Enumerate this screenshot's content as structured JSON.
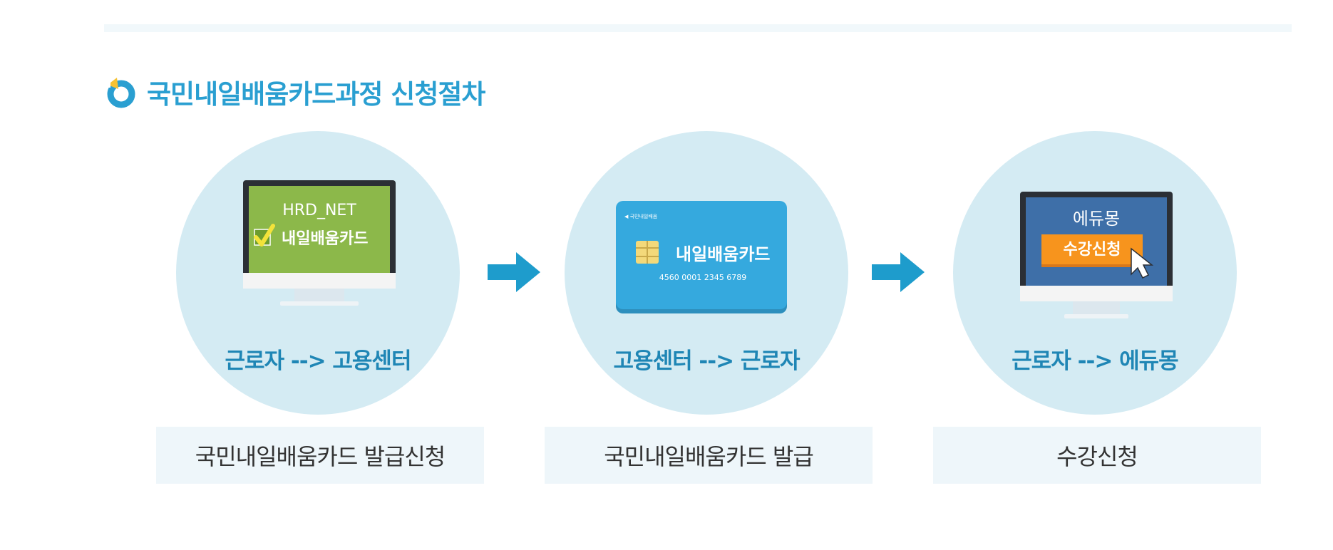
{
  "title": "국민내일배움카드과정 신청절차",
  "colors": {
    "accent": "#2a9fd1",
    "circle": "#d4ebf3",
    "caption": "#1f86b5",
    "monitor_green": "#8cb84a",
    "card_blue": "#35a9de",
    "edumong_blue": "#3e6fa8",
    "orange_button": "#f7941d",
    "label_bg": "#eef6fa"
  },
  "steps": [
    {
      "monitor_line1": "HRD_NET",
      "monitor_line2": "내일배움카드",
      "caption": "근로자 --> 고용센터",
      "label": "국민내일배움카드 발급신청"
    },
    {
      "card_small": "◀ 국민내일배움",
      "card_title": "내일배움카드",
      "card_number": "4560 0001 2345 6789",
      "caption": "고용센터 --> 근로자",
      "label": "국민내일배움카드 발급"
    },
    {
      "monitor_line1": "에듀몽",
      "monitor_button": "수강신청",
      "caption": "근로자 --> 에듀몽",
      "label": "수강신청"
    }
  ],
  "icons": [
    "refresh-arrow-icon",
    "monitor-icon",
    "check-icon",
    "credit-card-icon",
    "chip-icon",
    "right-arrow-icon",
    "cursor-icon"
  ]
}
